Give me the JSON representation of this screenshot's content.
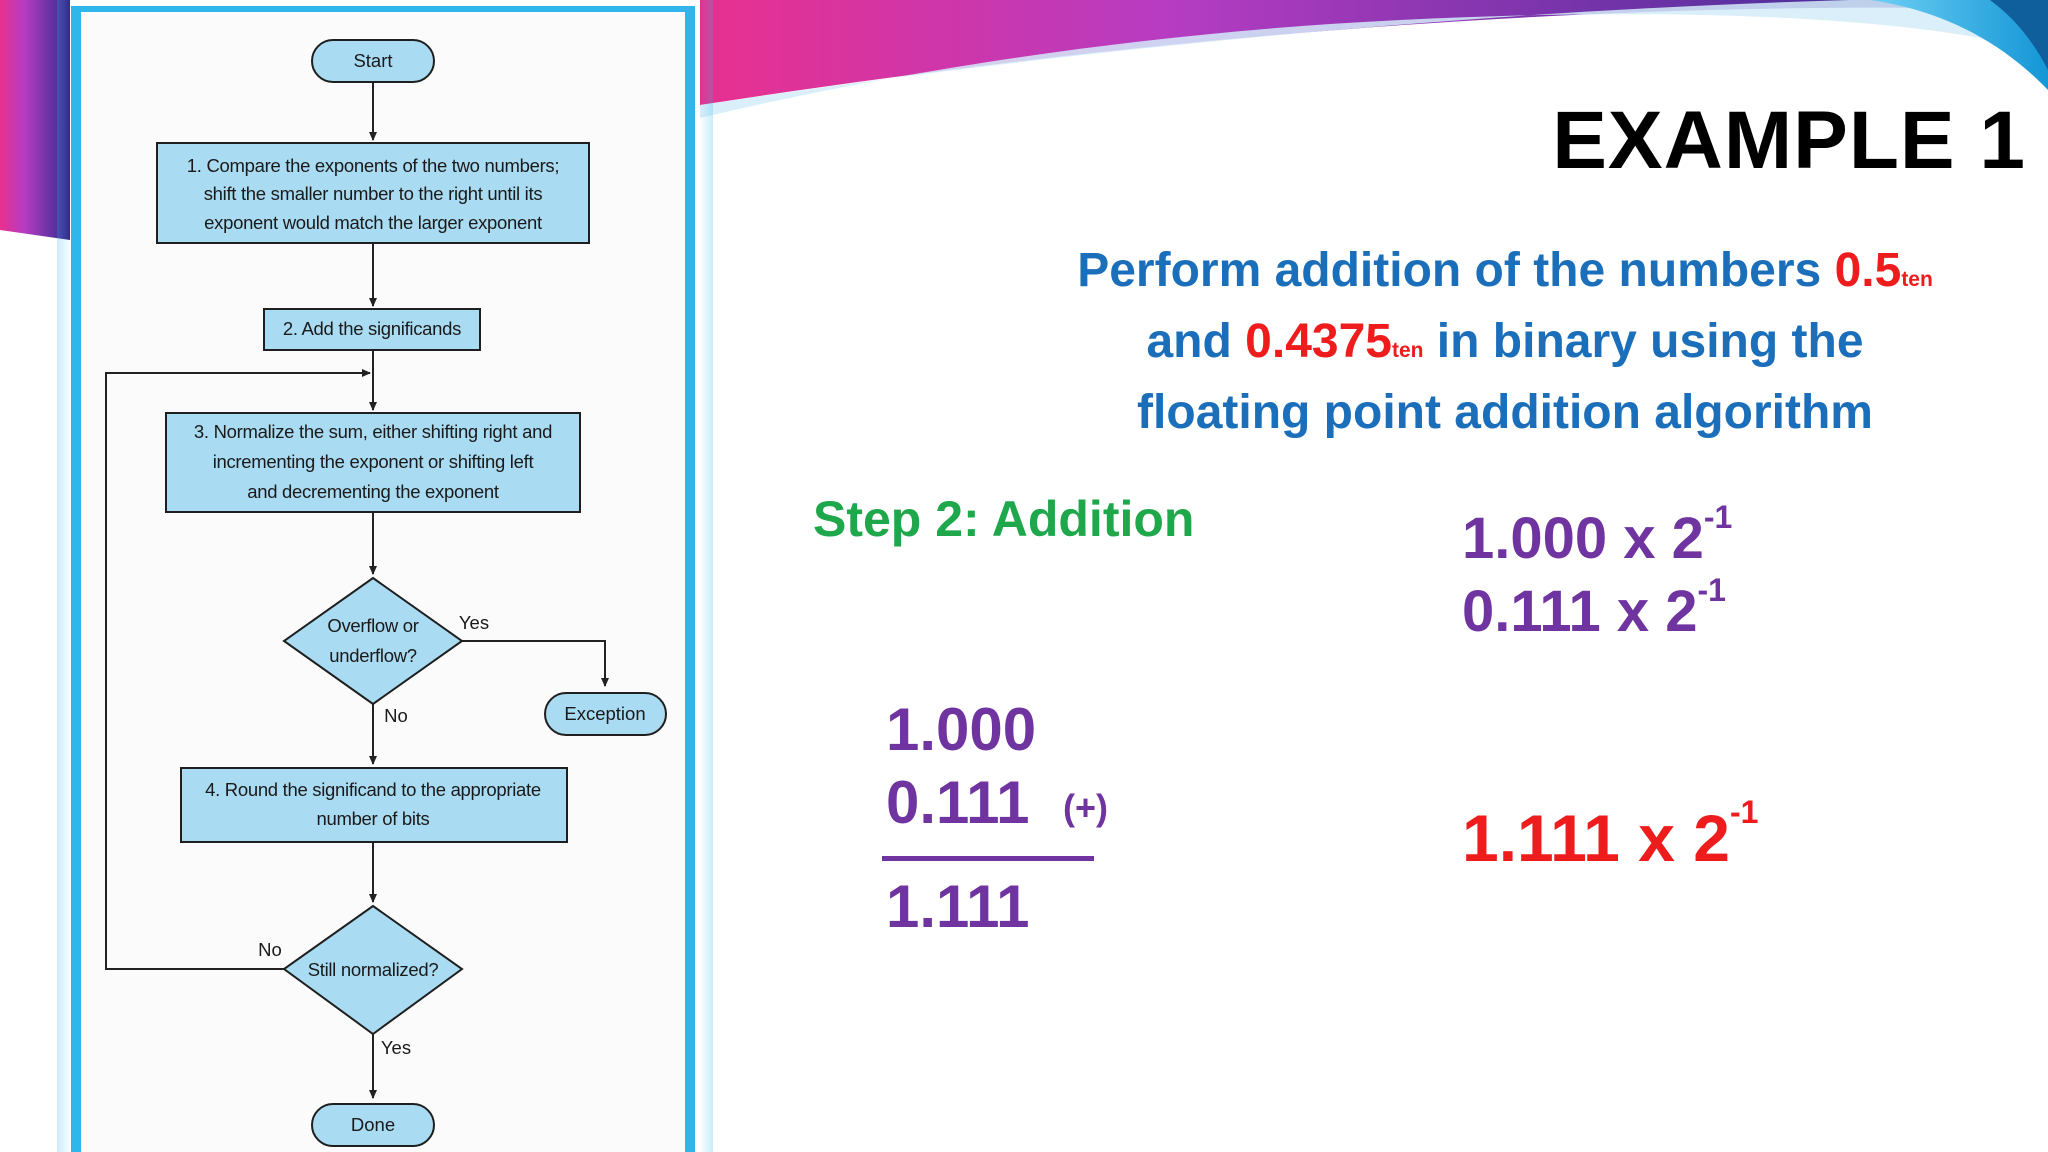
{
  "slide": {
    "title": "EXAMPLE 1",
    "problem": {
      "line1_prefix": "Perform addition of the numbers ",
      "number1": "0.5",
      "number1_base": "ten",
      "line2_prefix": "and ",
      "number2": "0.4375",
      "number2_base": "ten",
      "line2_suffix": " in binary using the",
      "line3": "floating point addition algorithm"
    },
    "step_label": "Step 2: Addition",
    "given": [
      {
        "mantissa": "1.000 x 2",
        "exponent": "-1"
      },
      {
        "mantissa": "0.111 x 2",
        "exponent": "-1"
      }
    ],
    "addition": {
      "operand1": "1.000",
      "operand2": "0.111",
      "operator": "(+)",
      "sum": "1.111"
    },
    "result": {
      "mantissa": "1.111 x 2",
      "exponent": "-1"
    },
    "colors": {
      "blue_text": "#1b6fba",
      "red_text": "#ee1c1c",
      "green_text": "#1fa84b",
      "purple_text": "#7034a0",
      "flowchart_fill": "#a9dbf2",
      "panel_border": "#2fb6ea"
    }
  },
  "flowchart": {
    "start": "Start",
    "step1": [
      "1.  Compare the exponents of the two numbers;",
      "shift the smaller number to the right until its",
      "exponent would match the larger exponent"
    ],
    "step2": "2. Add the significands",
    "step3": [
      "3. Normalize the sum, either shifting right and",
      "incrementing the exponent or shifting left",
      "and decrementing the exponent"
    ],
    "decision1": [
      "Overflow or",
      "underflow?"
    ],
    "decision1_yes": "Yes",
    "decision1_no": "No",
    "exception": "Exception",
    "step4": [
      "4. Round the significand to the appropriate",
      "number of bits"
    ],
    "decision2": "Still normalized?",
    "decision2_no": "No",
    "decision2_yes": "Yes",
    "done": "Done"
  }
}
